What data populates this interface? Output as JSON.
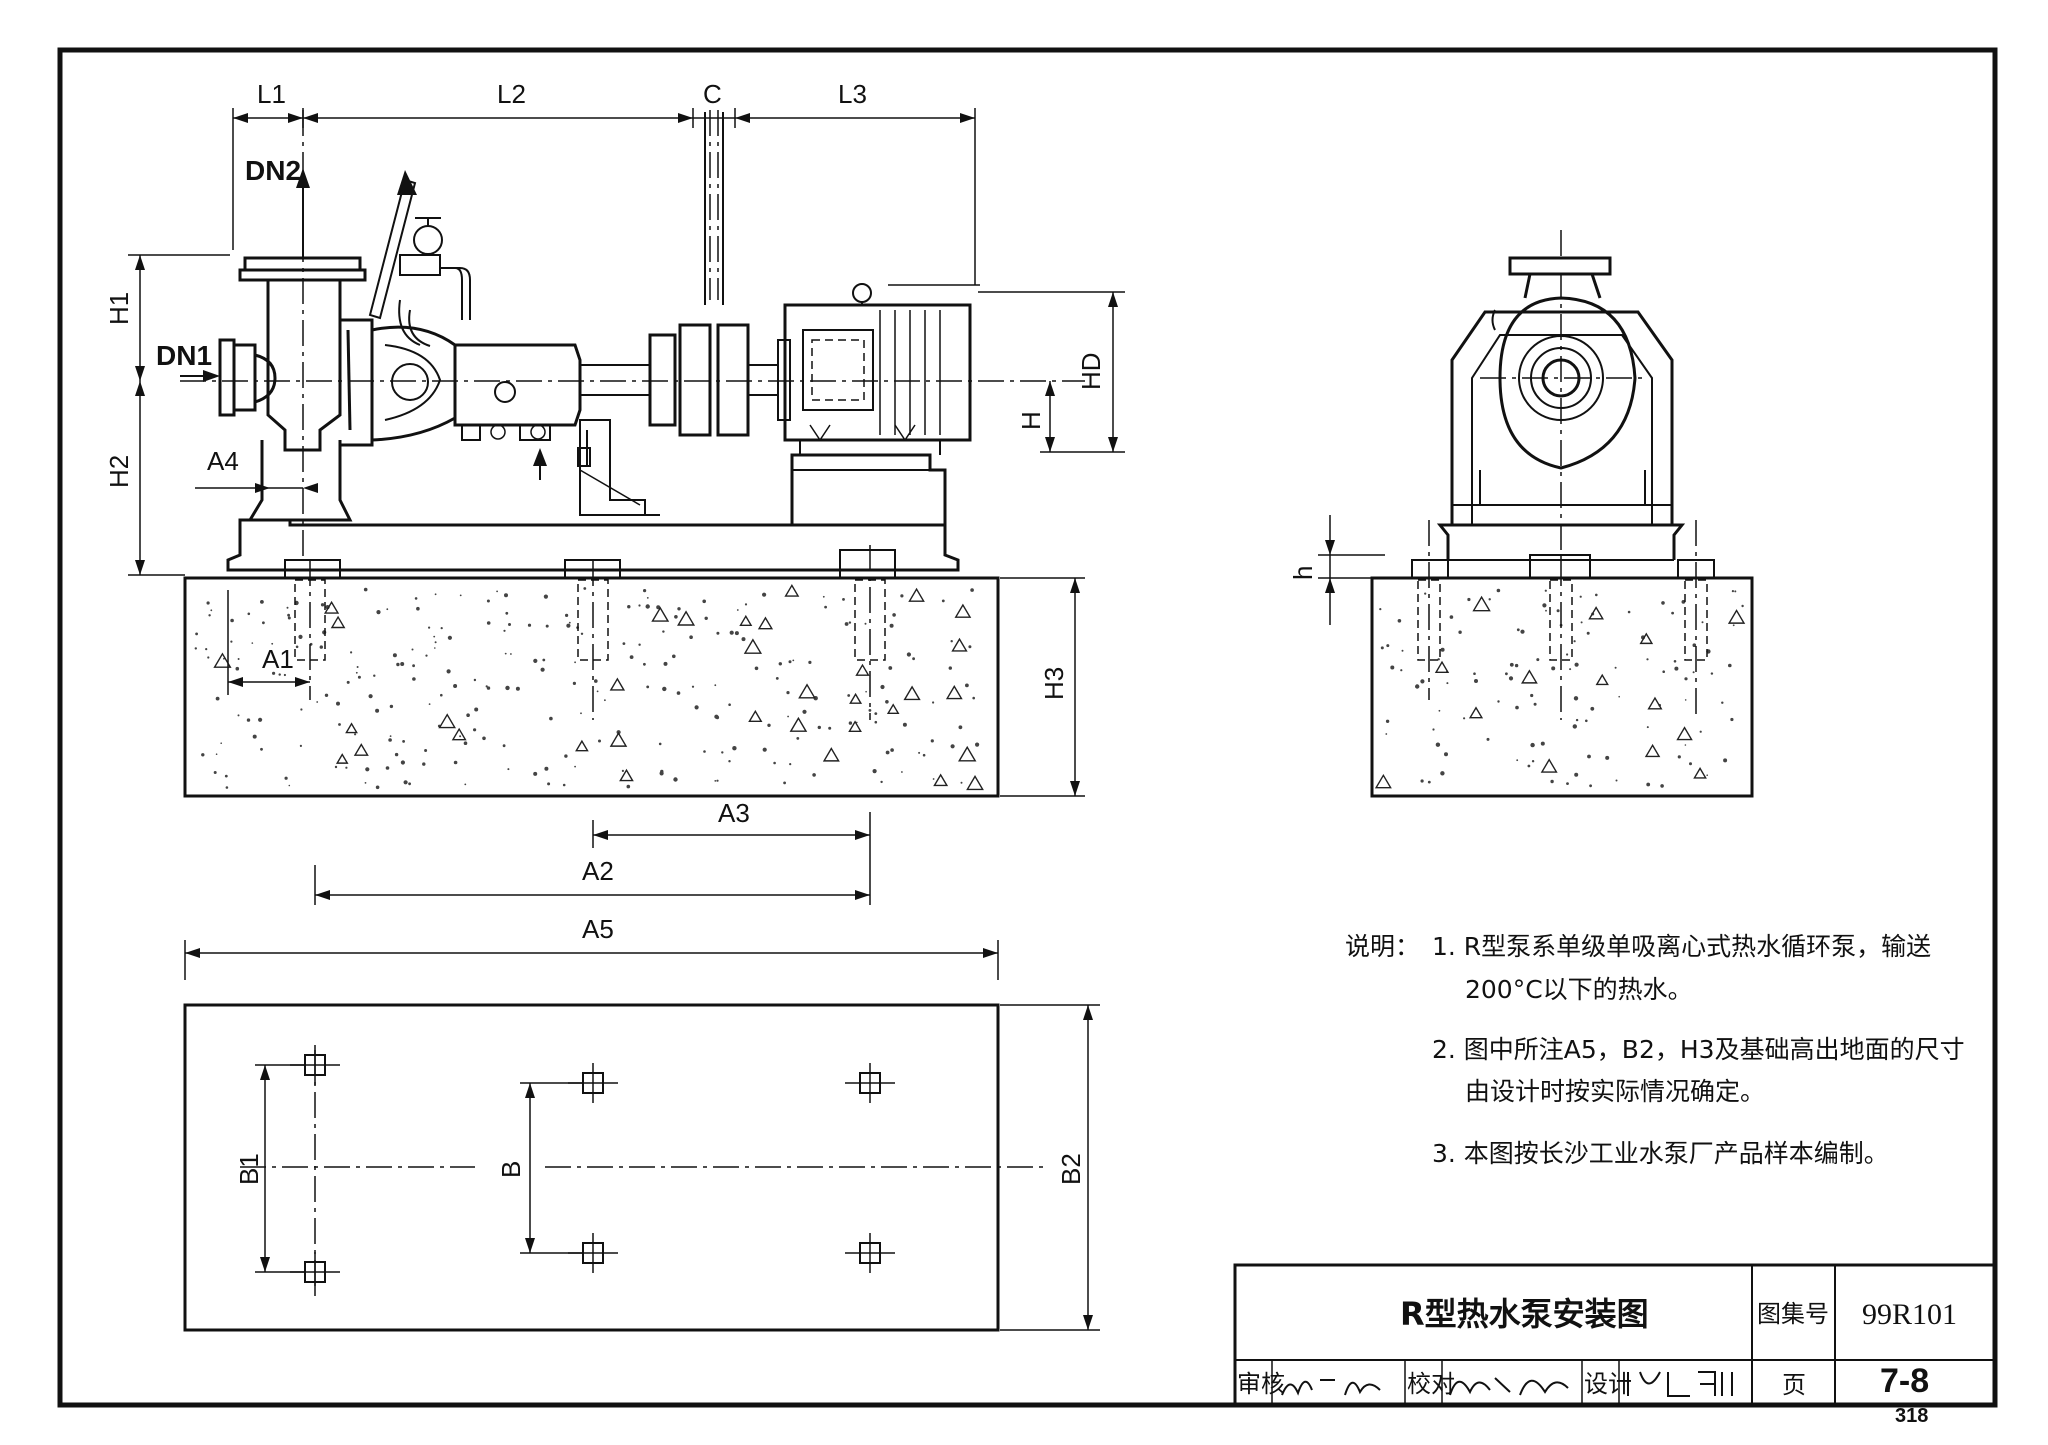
{
  "drawing_labels": {
    "L1": "L1",
    "L2": "L2",
    "C": "C",
    "L3": "L3",
    "DN1": "DN1",
    "DN2": "DN2",
    "H1": "H1",
    "H2": "H2",
    "H": "H",
    "HD": "HD",
    "H3": "H3",
    "h": "h",
    "A1": "A1",
    "A2": "A2",
    "A3": "A3",
    "A4": "A4",
    "A5": "A5",
    "B": "B",
    "B1": "B1",
    "B2": "B2"
  },
  "notes": {
    "heading": "说明：",
    "items": [
      {
        "line1": "1. R型泵系单级单吸离心式热水循环泵，输送",
        "line2": "200°C以下的热水。"
      },
      {
        "line1": "2. 图中所注A5，B2，H3及基础高出地面的尺寸",
        "line2": "由设计时按实际情况确定。"
      },
      {
        "line1": "3. 本图按长沙工业水泵厂产品样本编制。",
        "line2": ""
      }
    ]
  },
  "title_block": {
    "title": "R型热水泵安装图",
    "atlas_label": "图集号",
    "atlas_number": "99R101",
    "page_label": "页",
    "page_number": "7-8",
    "review_label": "审核",
    "check_label": "校对",
    "design_label": "设计"
  },
  "page_number": "318"
}
